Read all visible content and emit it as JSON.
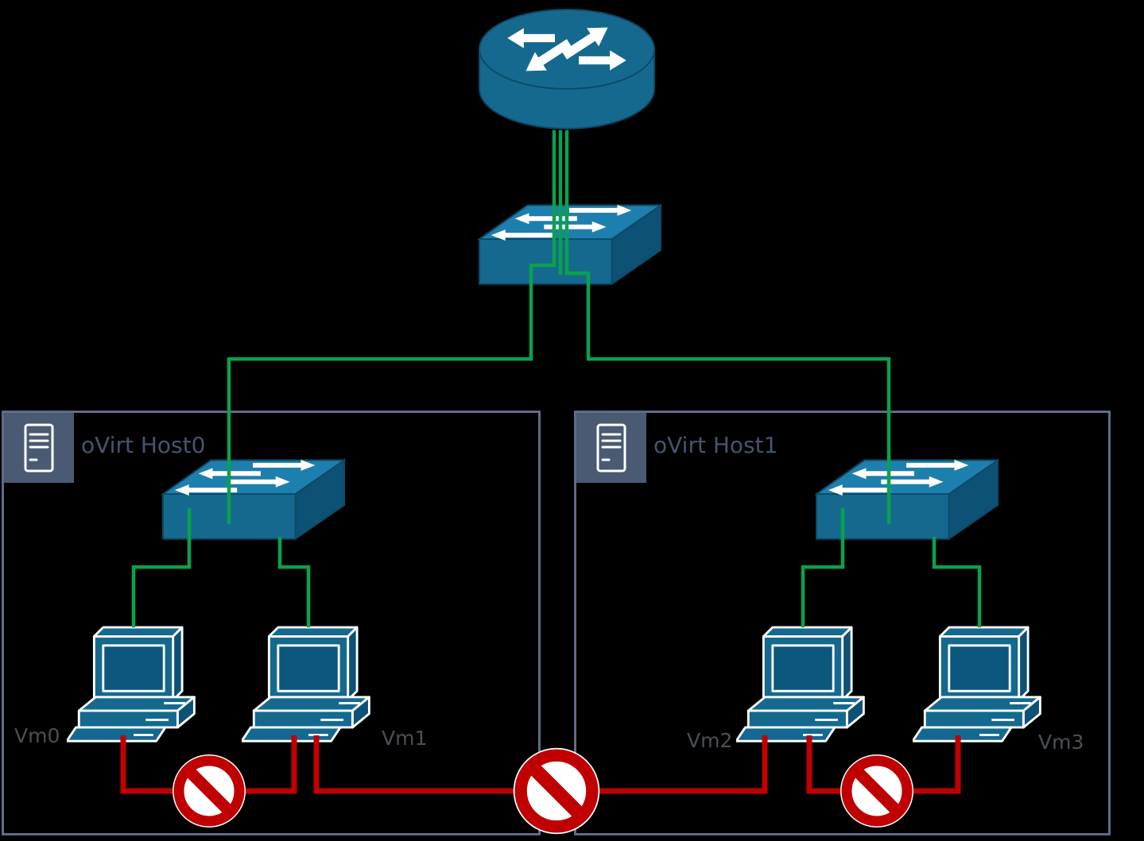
{
  "colors": {
    "background": "#000000",
    "node": "#15698f",
    "node_top": "#1d7fae",
    "node_side": "#0d5174",
    "screen": "#0d567c",
    "node_edge": "#0b4a68",
    "icon_outline": "#ffffff",
    "link_active": "#0aa14c",
    "link_blocked": "#c00000",
    "host_border": "#5d6d88",
    "host_tab": "#4a5a73",
    "host_label": "#43566f",
    "vm_label": "#4b5056"
  },
  "icons": {
    "router": "router-icon",
    "switch": "switch-icon",
    "workstation": "workstation-icon",
    "server": "server-icon",
    "blocked": "no-entry-icon"
  },
  "hosts": [
    {
      "label": "oVirt Host0",
      "vms": [
        {
          "label": "Vm0"
        },
        {
          "label": "Vm1"
        }
      ]
    },
    {
      "label": "oVirt Host1",
      "vms": [
        {
          "label": "Vm2"
        },
        {
          "label": "Vm3"
        }
      ]
    }
  ]
}
